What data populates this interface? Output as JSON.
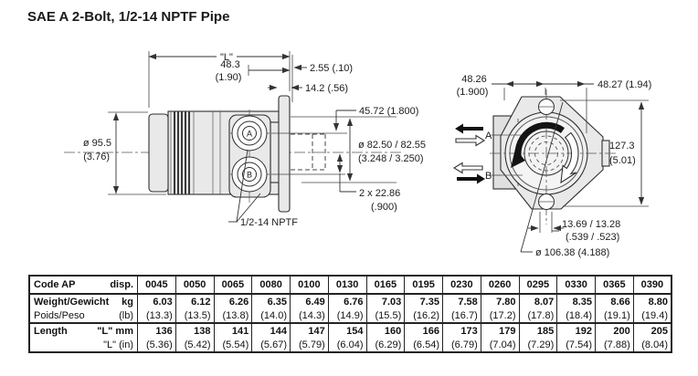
{
  "title": "SAE A 2-Bolt, 1/2-14 NPTF Pipe",
  "side_view": {
    "dim_overall_length": "\"L\"",
    "dim_port_offset_mm": "48.3",
    "dim_port_offset_in": "(1.90)",
    "dim_flange_gap": "2.55 (.10)",
    "dim_flange_thickness": "14.2 (.56)",
    "dim_body_dia_mm": "ø 95.5",
    "dim_body_dia_in": "(3.76)",
    "dim_port_spacing": "45.72 (1.800)",
    "dim_pilot_dia_mm": "ø 82.50 / 82.55",
    "dim_pilot_dia_in": "(3.248 / 3.250)",
    "dim_port_half_mm": "2 x 22.86",
    "dim_port_half_in": "(.900)",
    "port_a_label": "A",
    "port_b_label": "B",
    "thread_label": "1/2-14 NPTF"
  },
  "front_view": {
    "dim_bolt_left_mm": "48.26",
    "dim_bolt_left_in": "(1.900)",
    "dim_bolt_right": "48.27 (1.94)",
    "dim_height_mm": "127.3",
    "dim_height_in": "(5.01)",
    "dim_slot_mm": "13.69 / 13.28",
    "dim_slot_in": "(.539 / .523)",
    "dim_bolt_circle": "ø 106.38 (4.188)",
    "port_a_label": "A",
    "port_b_label": "B"
  },
  "table": {
    "corner_left": "Code AP",
    "corner_right": "disp.",
    "columns": [
      "0045",
      "0050",
      "0065",
      "0080",
      "0100",
      "0130",
      "0165",
      "0195",
      "0230",
      "0260",
      "0295",
      "0330",
      "0365",
      "0390"
    ],
    "rows": [
      {
        "id": "weight-kg",
        "label_left": "Weight/Gewicht",
        "label_right": "kg",
        "bold": true,
        "sep": false,
        "values": [
          "6.03",
          "6.12",
          "6.26",
          "6.35",
          "6.49",
          "6.76",
          "7.03",
          "7.35",
          "7.58",
          "7.80",
          "8.07",
          "8.35",
          "8.66",
          "8.80"
        ]
      },
      {
        "id": "weight-lb",
        "label_left": "Poids/Peso",
        "label_right": "(lb)",
        "bold": false,
        "sep": true,
        "values": [
          "(13.3)",
          "(13.5)",
          "(13.8)",
          "(14.0)",
          "(14.3)",
          "(14.9)",
          "(15.5)",
          "(16.2)",
          "(16.7)",
          "(17.2)",
          "(17.8)",
          "(18.4)",
          "(19.1)",
          "(19.4)"
        ]
      },
      {
        "id": "length-mm",
        "label_left": "Length",
        "label_right": "\"L\" mm",
        "bold": true,
        "sep": false,
        "values": [
          "136",
          "138",
          "141",
          "144",
          "147",
          "154",
          "160",
          "166",
          "173",
          "179",
          "185",
          "192",
          "200",
          "205"
        ]
      },
      {
        "id": "length-in",
        "label_left": "",
        "label_right": "\"L\" (in)",
        "bold": false,
        "sep": false,
        "values": [
          "(5.36)",
          "(5.42)",
          "(5.54)",
          "(5.67)",
          "(5.79)",
          "(6.04)",
          "(6.29)",
          "(6.54)",
          "(6.79)",
          "(7.04)",
          "(7.29)",
          "(7.54)",
          "(7.88)",
          "(8.04)"
        ]
      }
    ]
  }
}
